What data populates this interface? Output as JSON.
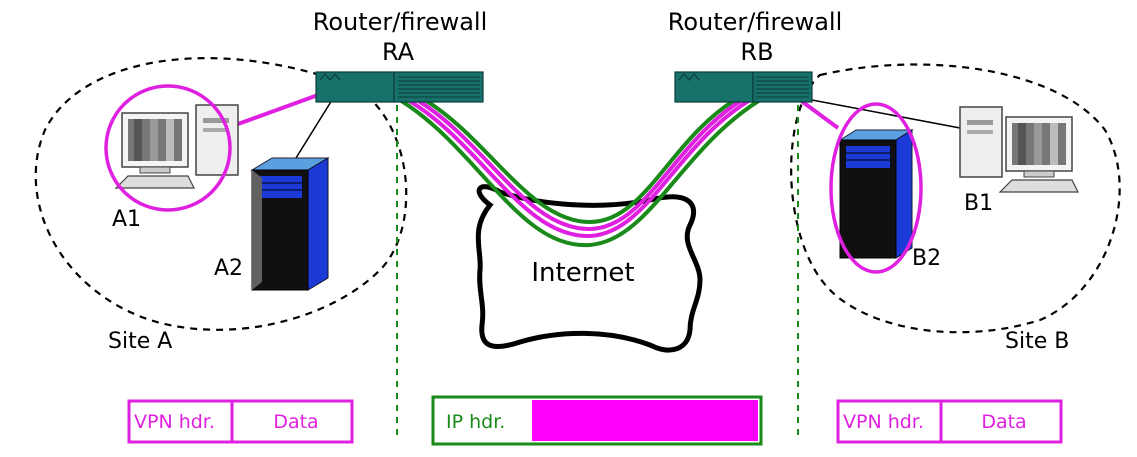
{
  "routers": {
    "ra": {
      "title": "Router/firewall",
      "name": "RA"
    },
    "rb": {
      "title": "Router/firewall",
      "name": "RB"
    }
  },
  "internet": {
    "label": "Internet"
  },
  "sites": {
    "a": {
      "label": "Site A",
      "hosts": [
        "A1",
        "A2"
      ]
    },
    "b": {
      "label": "Site B",
      "hosts": [
        "B1",
        "B2"
      ]
    }
  },
  "packets": {
    "left": {
      "header": "VPN hdr.",
      "payload": "Data"
    },
    "middle": {
      "header": "IP hdr.",
      "payload": ""
    },
    "right": {
      "header": "VPN hdr.",
      "payload": "Data"
    }
  },
  "colors": {
    "tunnel": "#e020e0",
    "link": "#1a8a1a",
    "cloud": "#000000",
    "site_boundary": "#000000"
  }
}
